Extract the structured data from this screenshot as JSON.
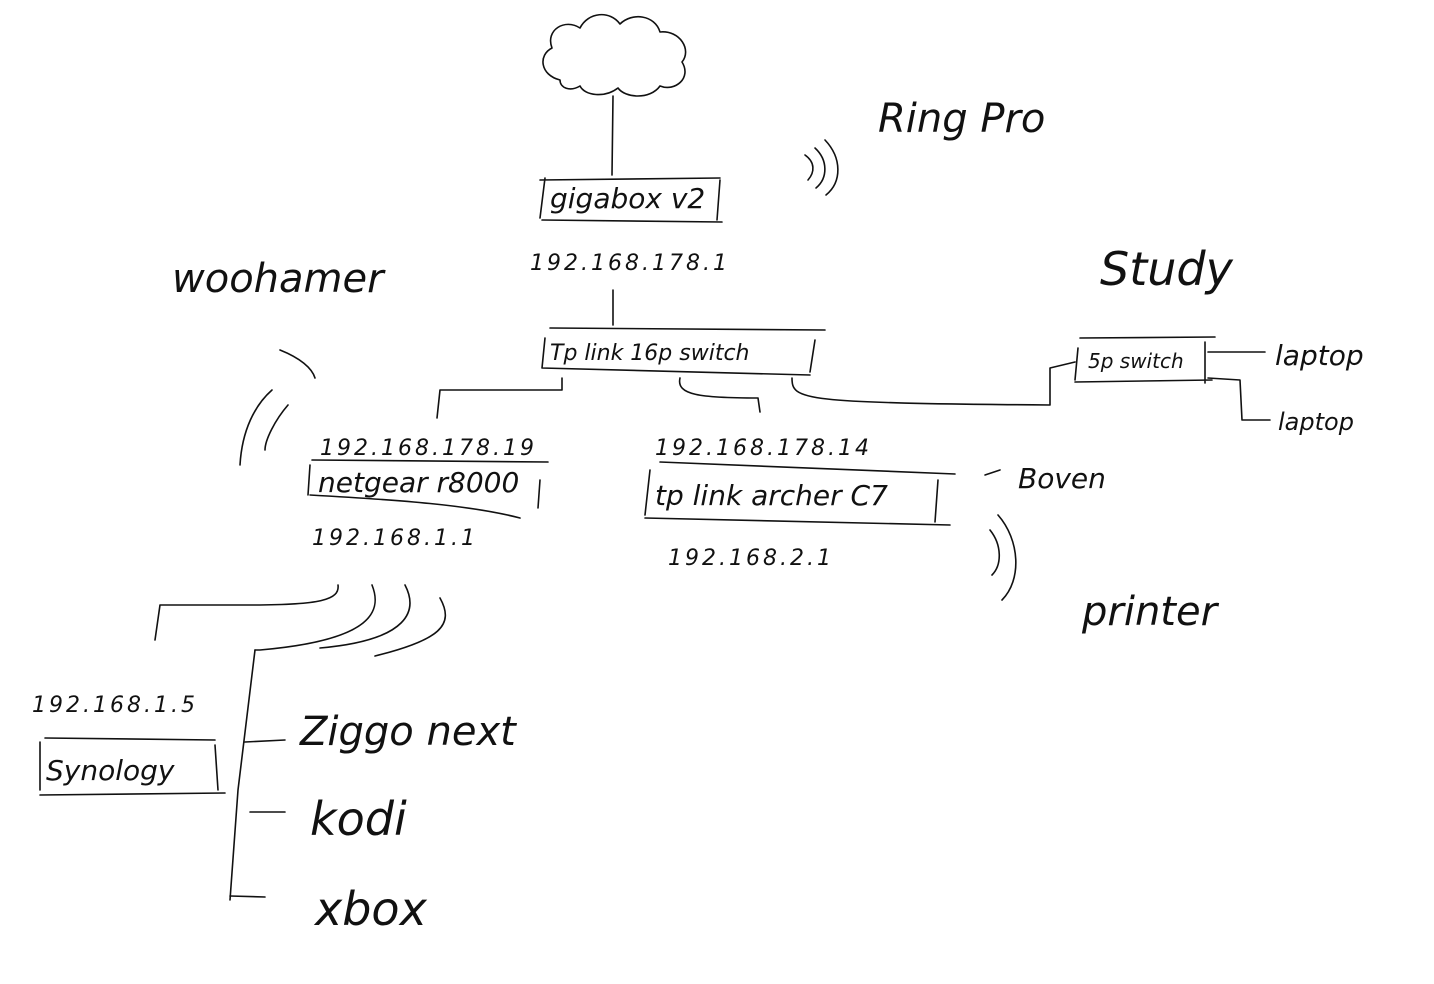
{
  "internet": {
    "label": "Ring Pro"
  },
  "modem": {
    "name": "gigabox v2",
    "ip": "192.168.178.1"
  },
  "main_switch": {
    "name": "Tp link 16p switch"
  },
  "rooms": {
    "living": "woohamer",
    "study": "Study",
    "upstairs": "Boven"
  },
  "study_switch": {
    "name": "5p switch",
    "devices": [
      "laptop",
      "laptop"
    ]
  },
  "netgear": {
    "uplink_ip": "192.168.178.19",
    "name": "netgear r8000",
    "ip": "192.168.1.1"
  },
  "archer": {
    "uplink_ip": "192.168.178.14",
    "name": "tp link archer C7",
    "ip": "192.168.2.1",
    "wireless_device": "printer"
  },
  "nas": {
    "ip": "192.168.1.5",
    "name": "Synology"
  },
  "living_devices": [
    "Ziggo next",
    "kodi",
    "xbox"
  ]
}
